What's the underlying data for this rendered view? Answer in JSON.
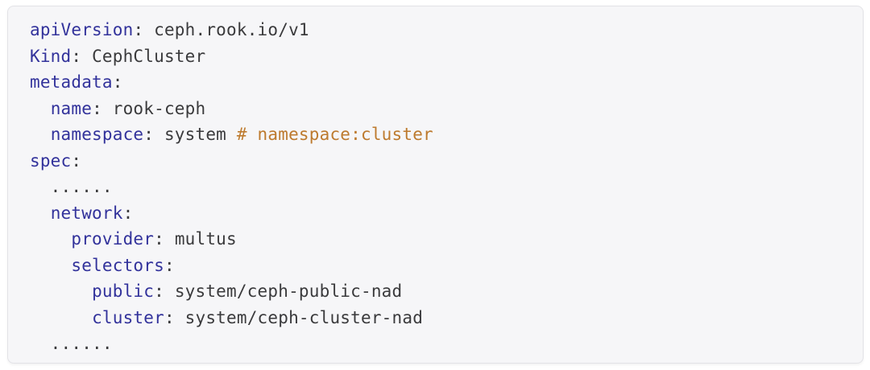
{
  "code_block": {
    "language": "yaml",
    "colors": {
      "background": "#f6f6f8",
      "border": "#e3e3e7",
      "key": "#32329b",
      "plain": "#3a3a3c",
      "value": "#3a3a3c",
      "comment": "#bd7a2e"
    },
    "lines": [
      {
        "segments": [
          {
            "type": "key",
            "text": "apiVersion"
          },
          {
            "type": "plain",
            "text": ": "
          },
          {
            "type": "value",
            "text": "ceph.rook.io/v1"
          }
        ]
      },
      {
        "segments": [
          {
            "type": "key",
            "text": "Kind"
          },
          {
            "type": "plain",
            "text": ": "
          },
          {
            "type": "value",
            "text": "CephCluster"
          }
        ]
      },
      {
        "segments": [
          {
            "type": "key",
            "text": "metadata"
          },
          {
            "type": "plain",
            "text": ":"
          }
        ]
      },
      {
        "segments": [
          {
            "type": "plain",
            "text": "  "
          },
          {
            "type": "key",
            "text": "name"
          },
          {
            "type": "plain",
            "text": ": "
          },
          {
            "type": "value",
            "text": "rook-ceph"
          }
        ]
      },
      {
        "segments": [
          {
            "type": "plain",
            "text": "  "
          },
          {
            "type": "key",
            "text": "namespace"
          },
          {
            "type": "plain",
            "text": ": "
          },
          {
            "type": "value",
            "text": "system "
          },
          {
            "type": "comment",
            "text": "# namespace:cluster"
          }
        ]
      },
      {
        "segments": [
          {
            "type": "key",
            "text": "spec"
          },
          {
            "type": "plain",
            "text": ":"
          }
        ]
      },
      {
        "segments": [
          {
            "type": "plain",
            "text": "  ......"
          }
        ]
      },
      {
        "segments": [
          {
            "type": "plain",
            "text": "  "
          },
          {
            "type": "key",
            "text": "network"
          },
          {
            "type": "plain",
            "text": ":"
          }
        ]
      },
      {
        "segments": [
          {
            "type": "plain",
            "text": "    "
          },
          {
            "type": "key",
            "text": "provider"
          },
          {
            "type": "plain",
            "text": ": "
          },
          {
            "type": "value",
            "text": "multus"
          }
        ]
      },
      {
        "segments": [
          {
            "type": "plain",
            "text": "    "
          },
          {
            "type": "key",
            "text": "selectors"
          },
          {
            "type": "plain",
            "text": ":"
          }
        ]
      },
      {
        "segments": [
          {
            "type": "plain",
            "text": "      "
          },
          {
            "type": "key",
            "text": "public"
          },
          {
            "type": "plain",
            "text": ": "
          },
          {
            "type": "value",
            "text": "system/ceph-public-nad"
          }
        ]
      },
      {
        "segments": [
          {
            "type": "plain",
            "text": "      "
          },
          {
            "type": "key",
            "text": "cluster"
          },
          {
            "type": "plain",
            "text": ": "
          },
          {
            "type": "value",
            "text": "system/ceph-cluster-nad"
          }
        ]
      },
      {
        "segments": [
          {
            "type": "plain",
            "text": "  ......"
          }
        ]
      }
    ]
  }
}
